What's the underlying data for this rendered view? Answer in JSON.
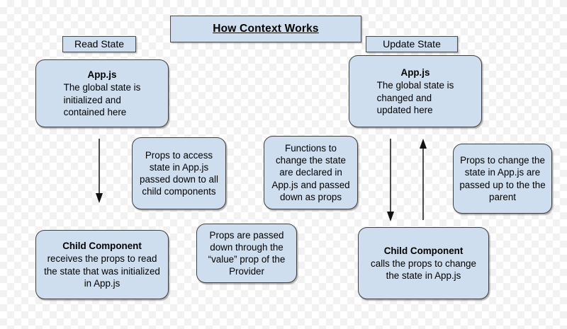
{
  "diagram": {
    "title": "How Context Works",
    "colors": {
      "node_fill": "#cedeef",
      "node_border": "#3f3f3f",
      "text": "#000000",
      "background": "#ffffff"
    },
    "labels": {
      "read_state": "Read State",
      "update_state": "Update State"
    },
    "app_left": {
      "heading": "App.js",
      "line1": "The global state is",
      "line2": "initialized and",
      "line3": "contained here"
    },
    "app_right": {
      "heading": "App.js",
      "line1": "The global state is",
      "line2": "changed and",
      "line3": "updated here"
    },
    "props_access": "Props to access state in App.js passed down to all child components",
    "functions_change": "Functions to change the state are declared in App.js and passed down as props",
    "props_change_up": "Props to change the state in App.js are passed up to the the parent",
    "provider_value": "Props are passed down through the “value” prop of the Provider",
    "child_left": {
      "heading": "Child Component",
      "body": "receives the props to read the state that was initialized in App.js"
    },
    "child_right": {
      "heading": "Child Component",
      "body": "calls the props to change the state in App.js"
    },
    "arrows": [
      {
        "name": "arrow-left-down",
        "direction": "down"
      },
      {
        "name": "arrow-right-down",
        "direction": "down"
      },
      {
        "name": "arrow-right-up",
        "direction": "up"
      }
    ]
  }
}
